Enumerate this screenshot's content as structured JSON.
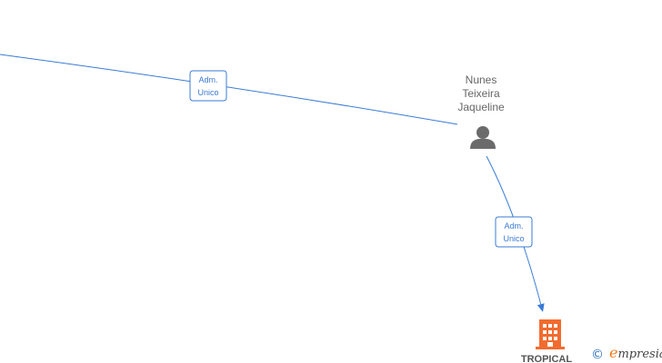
{
  "colors": {
    "edge": "#3a7bd5",
    "person_icon": "#6b6b6b",
    "company_icon": "#f26b2f",
    "brand_accent": "#f07a1f"
  },
  "nodes": {
    "person": {
      "name_lines": [
        "Nunes",
        "Teixeira",
        "Jaqueline"
      ],
      "icon": "person-icon"
    },
    "company": {
      "name": "TROPICAL",
      "icon": "building-icon"
    }
  },
  "edges": [
    {
      "label_lines": [
        "Adm.",
        "Unico"
      ]
    },
    {
      "label_lines": [
        "Adm.",
        "Unico"
      ]
    }
  ],
  "watermark": {
    "copyright_symbol": "©",
    "brand_initial": "e",
    "brand_rest": "mpresia"
  }
}
